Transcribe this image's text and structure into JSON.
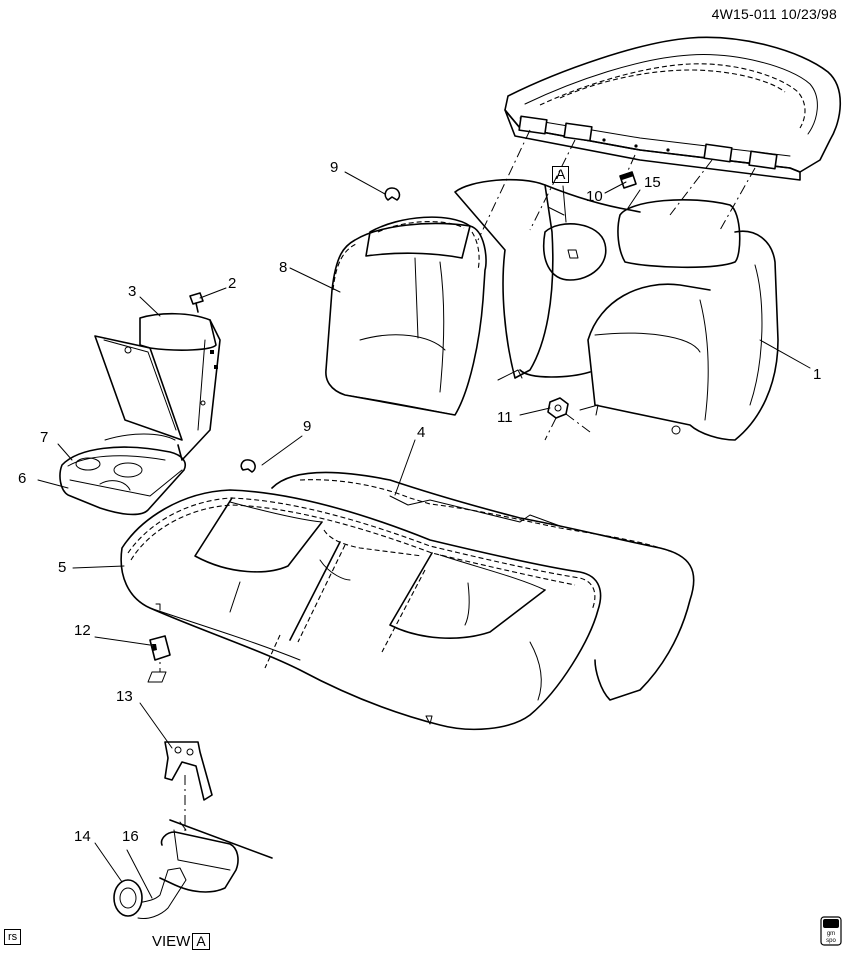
{
  "header": {
    "code": "4W15-011  10/23/98"
  },
  "callouts": [
    {
      "id": "c1",
      "text": "1"
    },
    {
      "id": "c2",
      "text": "2"
    },
    {
      "id": "c3",
      "text": "3"
    },
    {
      "id": "c4",
      "text": "4"
    },
    {
      "id": "c5",
      "text": "5"
    },
    {
      "id": "c6",
      "text": "6"
    },
    {
      "id": "c7",
      "text": "7"
    },
    {
      "id": "c8",
      "text": "8"
    },
    {
      "id": "c9a",
      "text": "9"
    },
    {
      "id": "c9b",
      "text": "9"
    },
    {
      "id": "c10",
      "text": "10"
    },
    {
      "id": "c11",
      "text": "11"
    },
    {
      "id": "c12",
      "text": "12"
    },
    {
      "id": "c13",
      "text": "13"
    },
    {
      "id": "c14",
      "text": "14"
    },
    {
      "id": "c15",
      "text": "15"
    },
    {
      "id": "c16",
      "text": "16"
    }
  ],
  "detail_marker": "A",
  "view_label": {
    "text": "VIEW",
    "marker": "A"
  },
  "footer": {
    "rs": "rs",
    "logo_text": [
      "gm",
      "spo"
    ]
  }
}
